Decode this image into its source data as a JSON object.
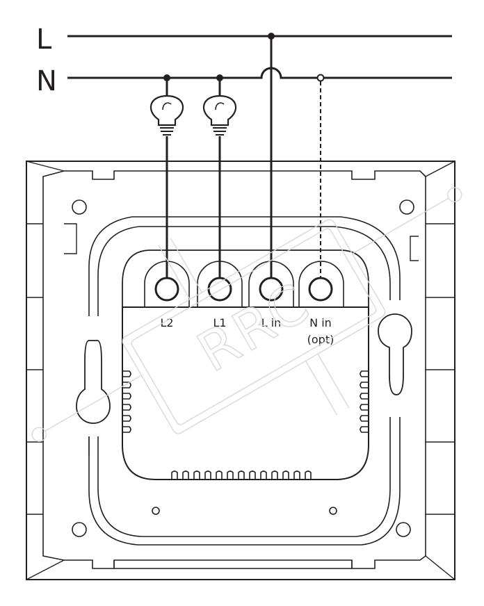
{
  "bus": {
    "line_label": "L",
    "neutral_label": "N"
  },
  "terminals": [
    {
      "label": "L2"
    },
    {
      "label": "L1"
    },
    {
      "label": "L in"
    },
    {
      "label": "N in",
      "sublabel": "(opt)"
    }
  ],
  "watermark": {
    "text": "RRC"
  },
  "colors": {
    "ink": "#231f20",
    "watermark": "#d6d6d6",
    "background": "#ffffff"
  }
}
